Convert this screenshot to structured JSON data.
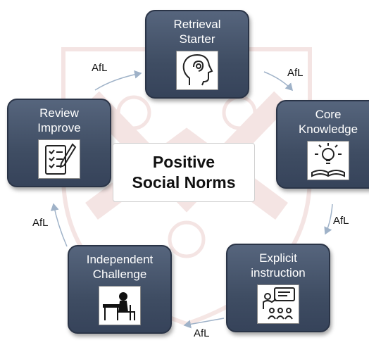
{
  "center": {
    "line1": "Positive",
    "line2": "Social Norms"
  },
  "steps": [
    {
      "label": "Retrieval\nStarter",
      "icon": "head-brain-icon"
    },
    {
      "label": "Core\nKnowledge",
      "icon": "lightbulb-book-icon"
    },
    {
      "label": "Explicit\ninstruction",
      "icon": "teacher-presentation-icon"
    },
    {
      "label": "Independent\nChallenge",
      "icon": "student-desk-icon"
    },
    {
      "label": "Review\nImprove",
      "icon": "checklist-pencil-icon"
    }
  ],
  "connectors": [
    "AfL",
    "AfL",
    "AfL",
    "AfL",
    "AfL"
  ],
  "colors": {
    "box": "#46546b",
    "watermark": "#c0392b"
  }
}
